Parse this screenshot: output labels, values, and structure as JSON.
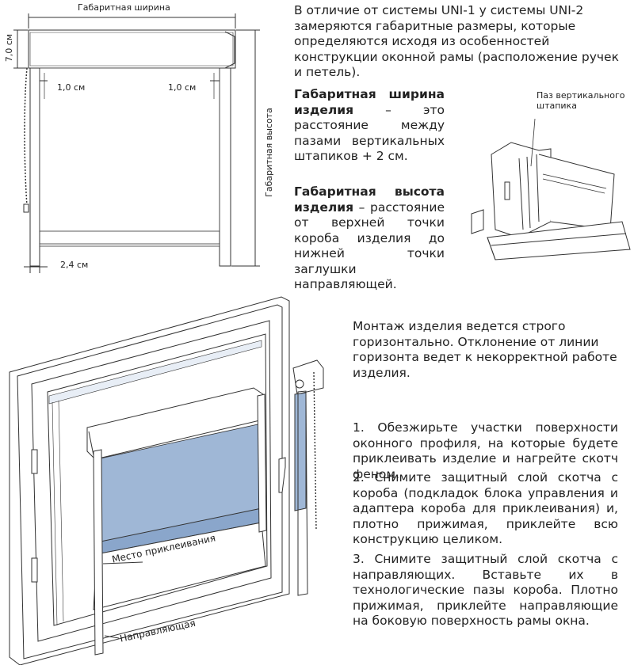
{
  "top_diagram": {
    "width_label": "Габаритная ширина",
    "height_label": "Габаритная высота",
    "box_height_label": "7,0 см",
    "left_margin_label": "1,0 см",
    "right_margin_label": "1,0 см",
    "guide_width_label": "2,4 см"
  },
  "intro_text": "В отличие от системы UNI-1 у системы UNI-2 замеряются габаритные размеры, которые определяются исходя из особенностей конструкции оконной рамы (расположение ручек и петель).",
  "width_def": {
    "term": "Габаритная ширина изделия",
    "text": " – это расстояние между пазами вертикальных штапиков + 2 см."
  },
  "height_def": {
    "term": "Габаритная высота изделия",
    "text": " – расстояние от верхней точки короба изделия до нижней точки заглушки направляющей."
  },
  "frame_detail": {
    "label": "Паз вертикального штапика"
  },
  "mount_text": "Монтаж изделия ведется строго горизонтально. Отклонение от линии горизонта ведет к некорректной работе изделия.",
  "window_diagram": {
    "glue_label": "Место приклеивания",
    "guide_label": "Направляющая"
  },
  "steps": [
    "1. Обезжирьте участки поверхности оконного профиля, на которые будете приклеивать изделие и нагрейте скотч феном.",
    "2. Снимите защитный слой скотча с короба (подкладок блока управления и адаптера короба для приклеивания) и, плотно прижимая, приклейте всю конструкцию целиком.",
    "3. Снимите защитный слой скотча с направляющих. Вставьте их в технологические пазы короба. Плотно прижимая, приклейте направляющие на боковую поверхность рамы окна."
  ],
  "colors": {
    "fabric": "#9fb7d6",
    "line": "#333333"
  }
}
